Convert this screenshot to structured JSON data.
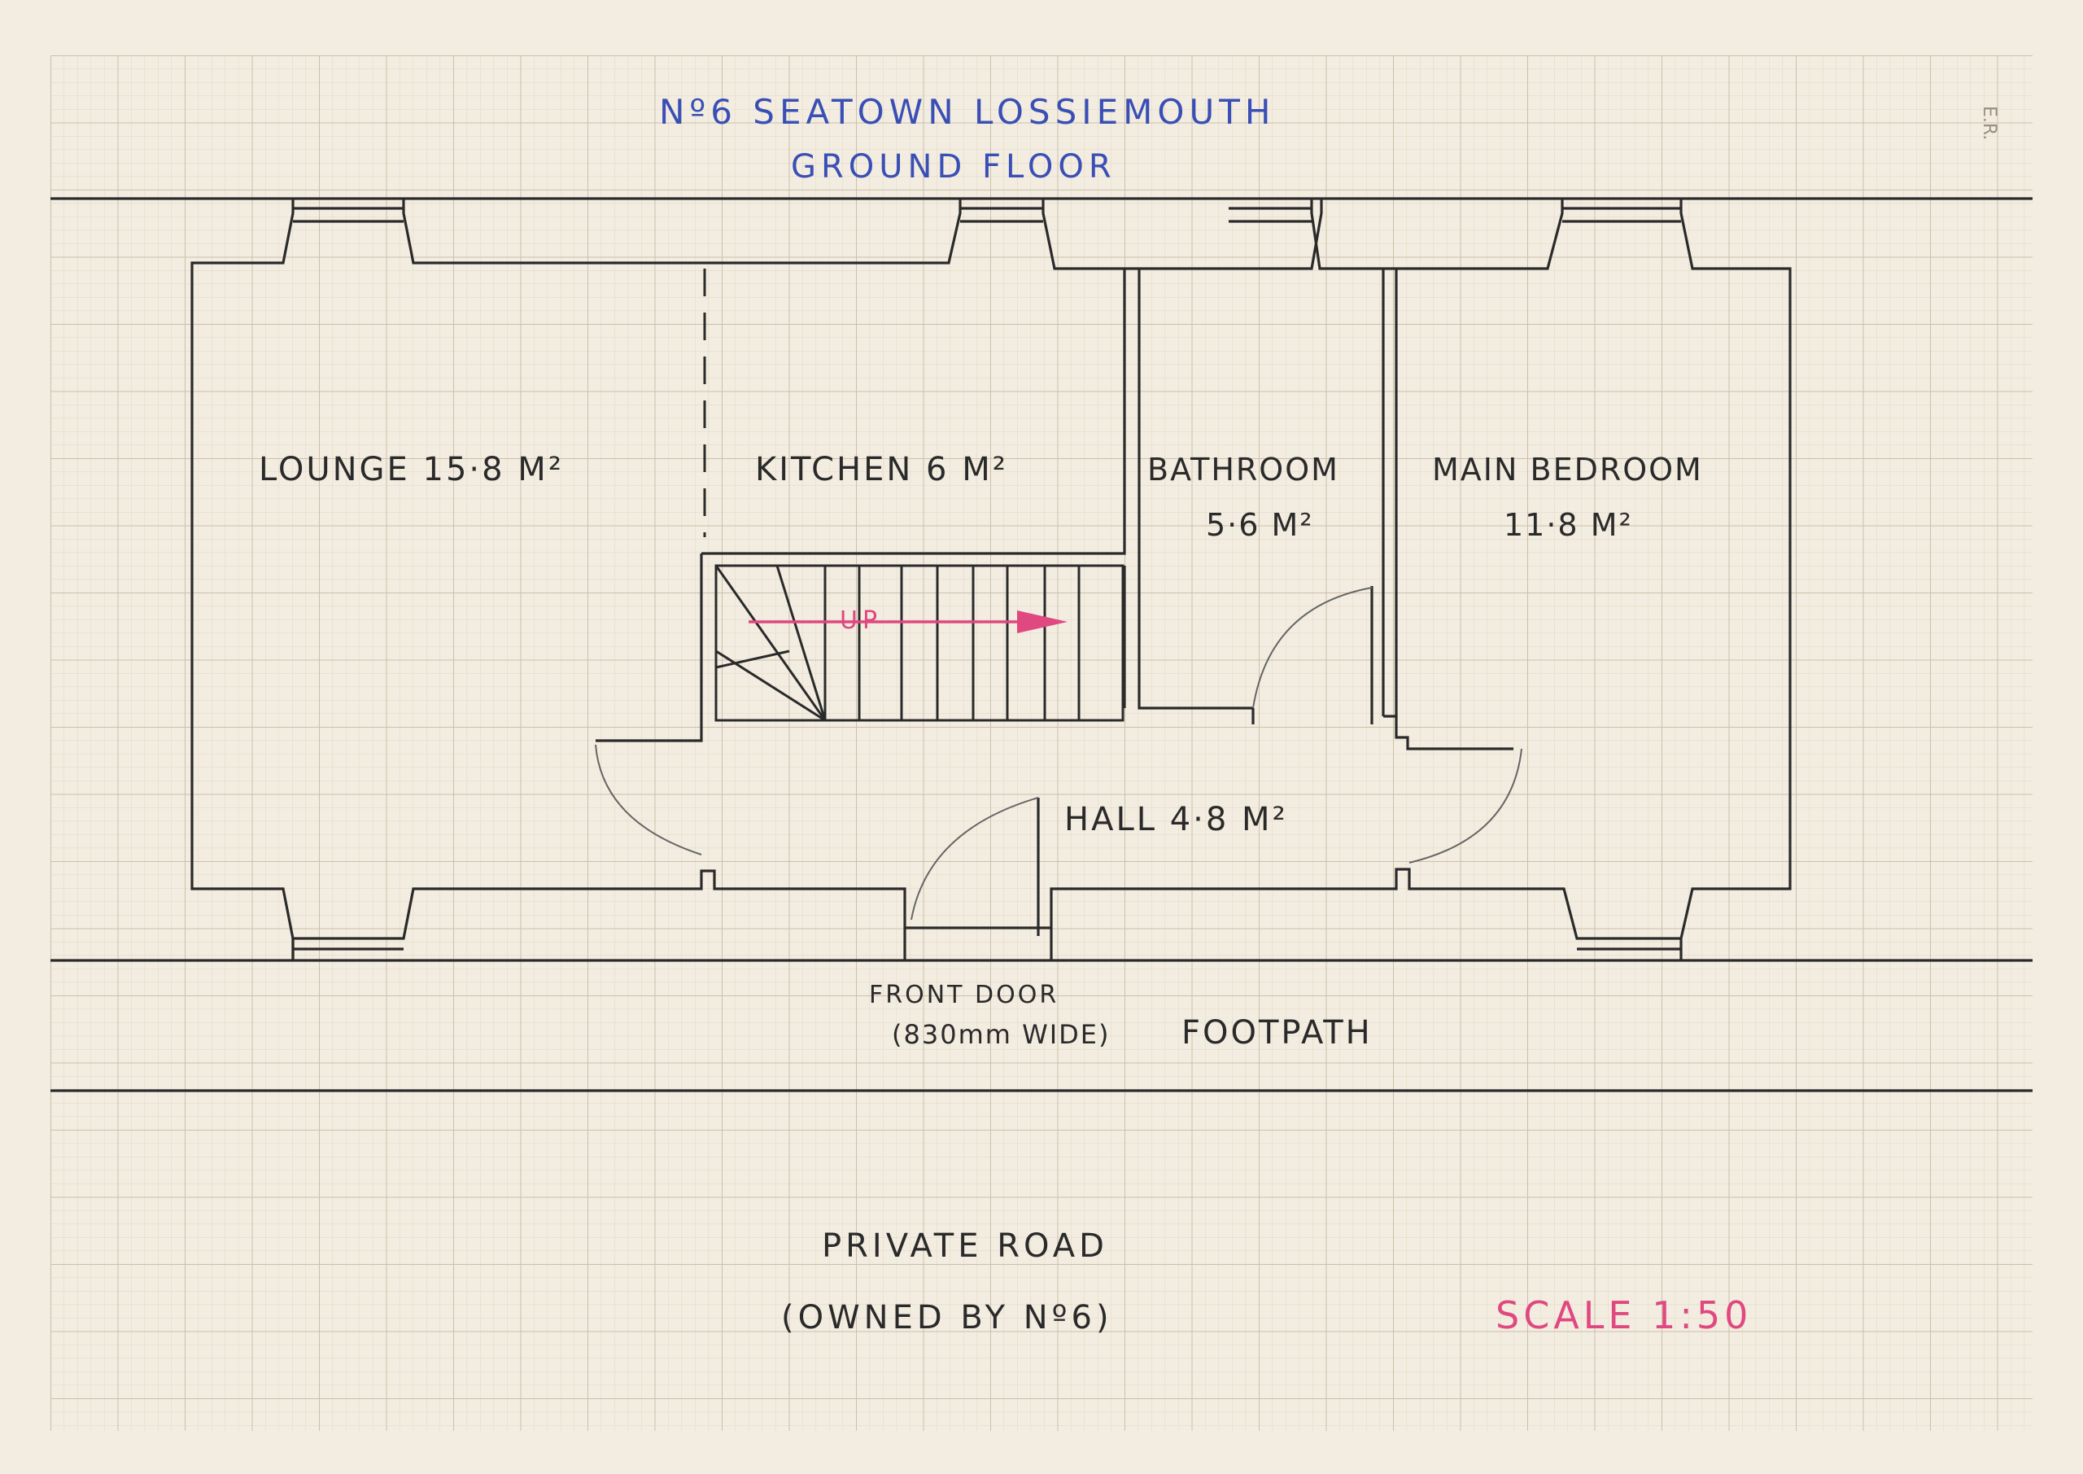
{
  "header": {
    "title_line1": "Nº6 SEATOWN LOSSIEMOUTH",
    "title_line2": "GROUND FLOOR",
    "initials": "E.R."
  },
  "rooms": {
    "lounge": "LOUNGE 15·8 M²",
    "kitchen": "KITCHEN 6 M²",
    "bathroom_name": "BATHROOM",
    "bathroom_area": "5·6 M²",
    "bedroom_name": "MAIN BEDROOM",
    "bedroom_area": "11·8 M²",
    "hall": "HALL 4·8 M²"
  },
  "stairs": {
    "label": "UP"
  },
  "outside": {
    "front_door_line1": "FRONT DOOR",
    "front_door_line2": "(830mm WIDE)",
    "footpath": "FOOTPATH",
    "road_line1": "PRIVATE ROAD",
    "road_line2": "(OWNED BY Nº6)"
  },
  "scale": "SCALE 1:50",
  "colors": {
    "ink": "#2a2a2a",
    "blue_ink": "#3a4fb5",
    "pink_ink": "#e04880",
    "grid_fine": "#e3d9c8",
    "grid_major": "#cbbfa9",
    "paper": "#f3ede1"
  }
}
